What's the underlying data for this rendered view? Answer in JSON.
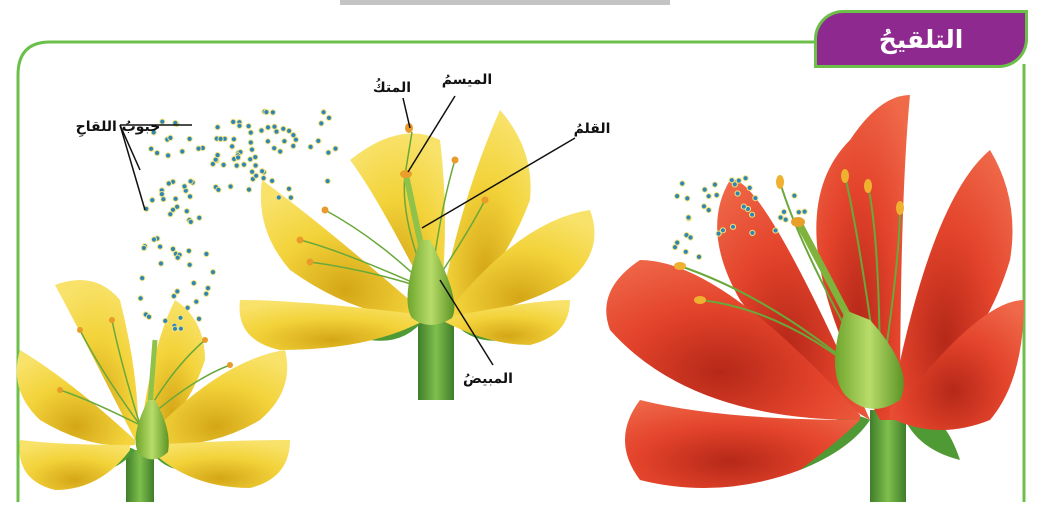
{
  "title": "التلقيحُ",
  "labels": {
    "pollen": "حبوبُ اللقاحِ",
    "anther": "المتكُ",
    "stigma": "الميسمُ",
    "style": "القلمُ",
    "ovary": "المبيضُ"
  },
  "colors": {
    "frame": "#6cc04a",
    "title_bg": "#8e2a8f",
    "yellow_petal": "#f1cd2c",
    "red_petal": "#e0402a",
    "pistil": "#8cc043",
    "pollen": "#2e86b8"
  }
}
